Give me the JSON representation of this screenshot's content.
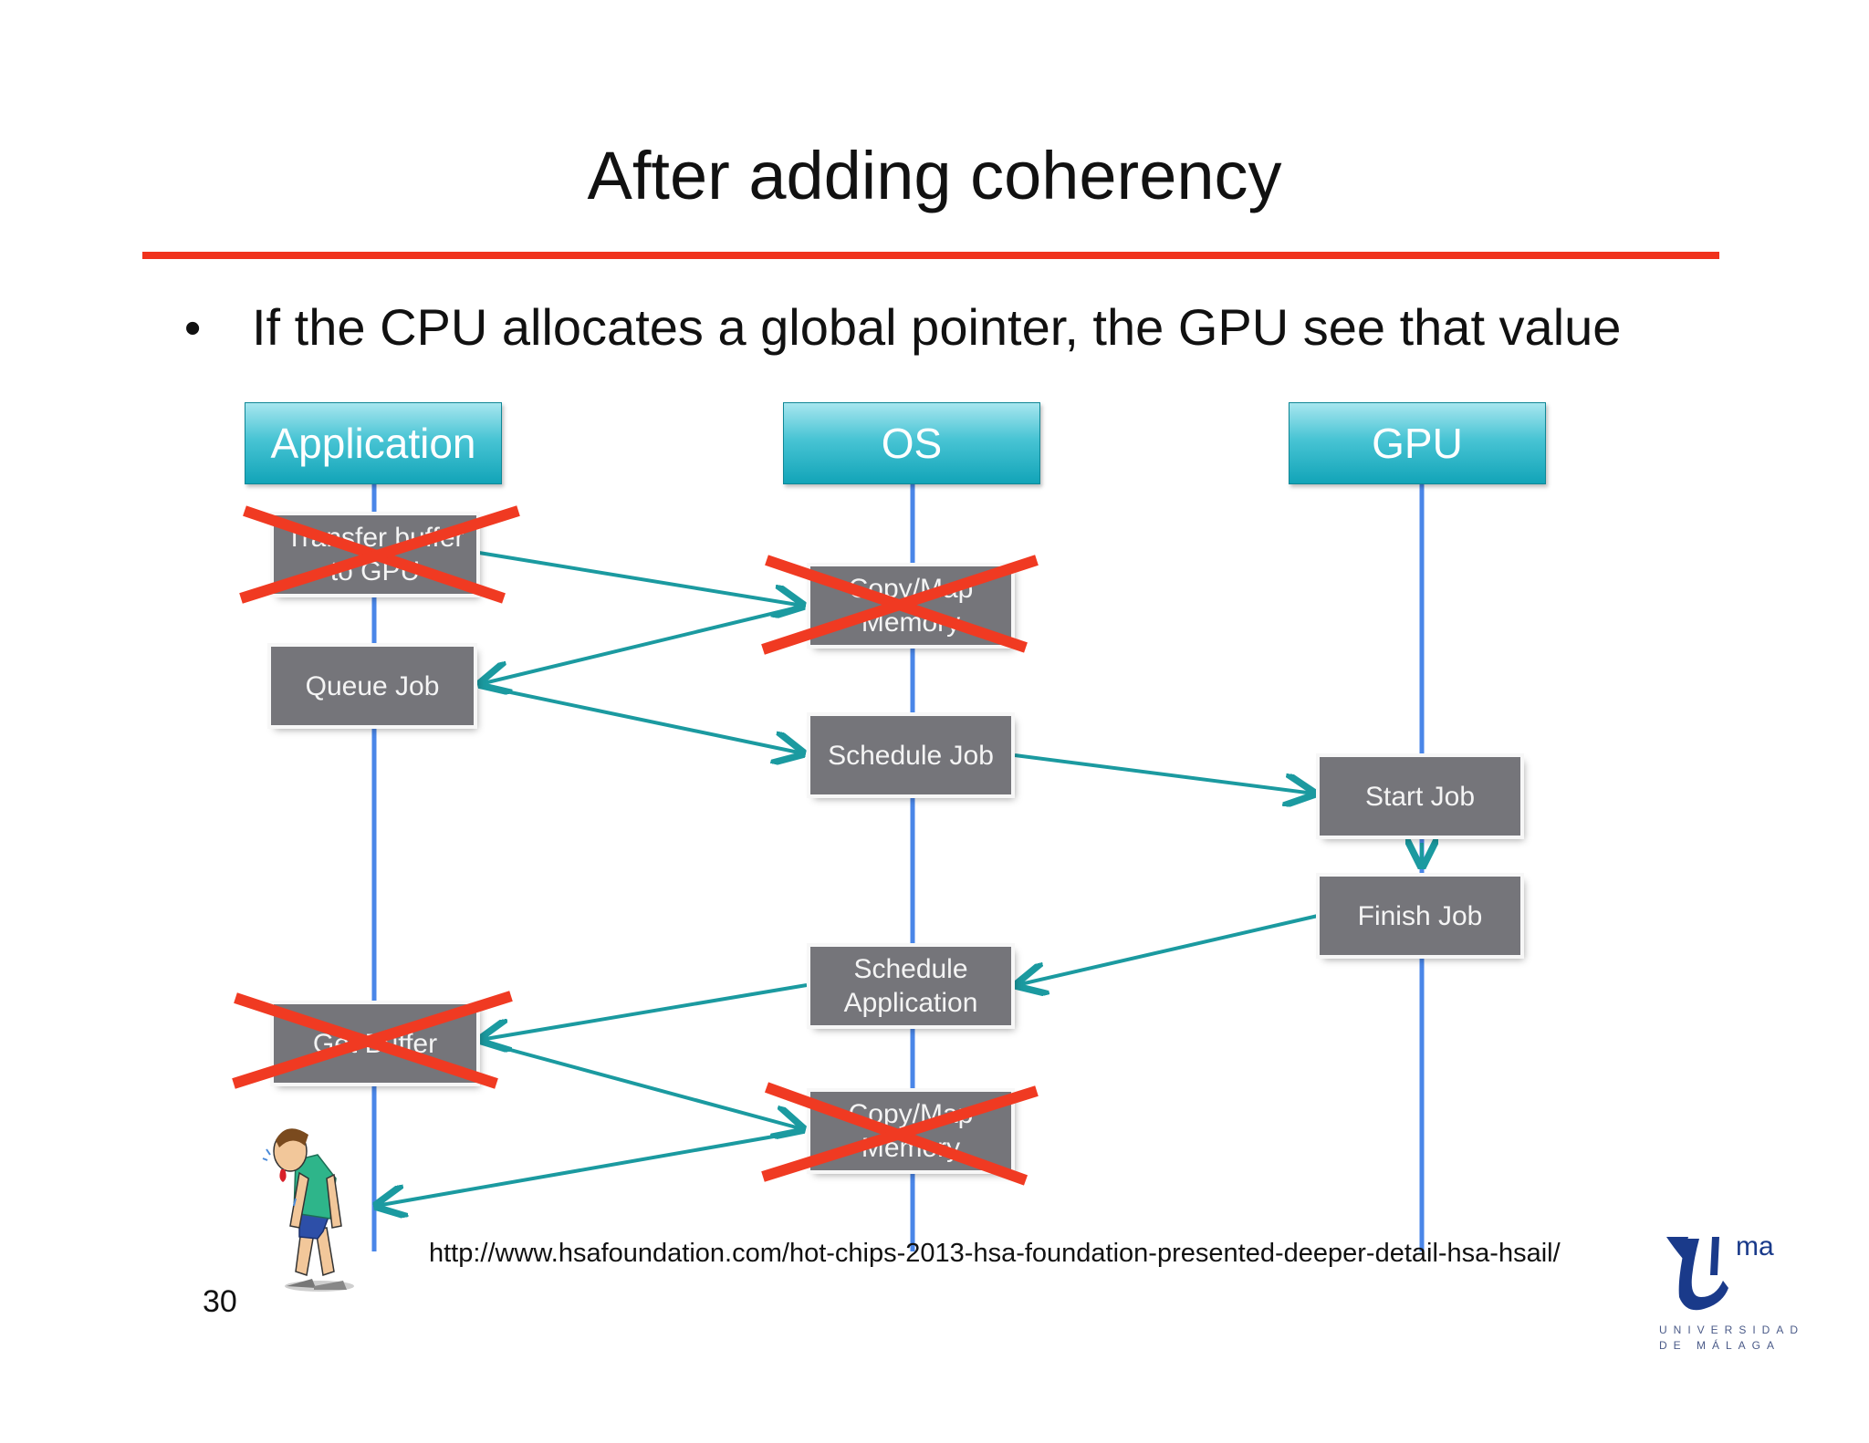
{
  "slide": {
    "title": "After adding coherency",
    "bullet": "If the CPU allocates a global pointer, the GPU see that value",
    "page_number": "30",
    "source_url": "http://www.hsafoundation.com/hot-chips-2013-hsa-foundation-presented-deeper-detail-hsa-hsail/"
  },
  "diagram": {
    "lanes": [
      "Application",
      "OS",
      "GPU"
    ],
    "steps": {
      "transfer_buffer": "Transfer buffer to GPU",
      "copy_map_1": "Copy/Map Memory",
      "queue_job": "Queue Job",
      "schedule_job": "Schedule Job",
      "start_job": "Start Job",
      "finish_job": "Finish Job",
      "schedule_application": "Schedule Application",
      "get_buffer": "Get Buffer",
      "copy_map_2": "Copy/Map Memory"
    },
    "crossed_out": [
      "Transfer buffer to GPU",
      "Copy/Map Memory",
      "Get Buffer",
      "Copy/Map Memory"
    ],
    "colors": {
      "lane_line": "#4a86e8",
      "arrow": "#1b9aa0",
      "cross": "#f03a22",
      "step_box": "#75757a",
      "rule": "#f0321c"
    }
  },
  "logo": {
    "text": "ma",
    "name_line1": "UNIVERSIDAD",
    "name_line2": "DE MÁLAGA"
  }
}
